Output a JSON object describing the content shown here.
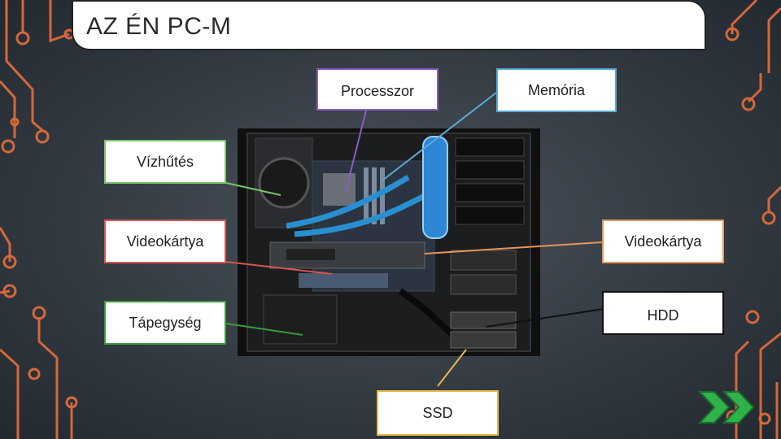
{
  "slide": {
    "title": "AZ ÉN PC-M"
  },
  "labels": {
    "processor": "Processzor",
    "memory": "Memória",
    "water_cooling": "Vízhűtés",
    "gpu_left": "Videokártya",
    "gpu_right": "Videokártya",
    "psu": "Tápegység",
    "hdd": "HDD",
    "ssd": "SSD"
  },
  "colors": {
    "processor_border": "#8e5bc0",
    "memory_border": "#5aa9d6",
    "water_cooling_border": "#7cc36a",
    "gpu_left_border": "#d9534f",
    "gpu_right_border": "#e8955a",
    "psu_border": "#3a9a3a",
    "hdd_border": "#111111",
    "ssd_border": "#e8b84a",
    "circuit": "#d4683a"
  },
  "icons": {
    "next": "double-chevron-right-icon"
  }
}
